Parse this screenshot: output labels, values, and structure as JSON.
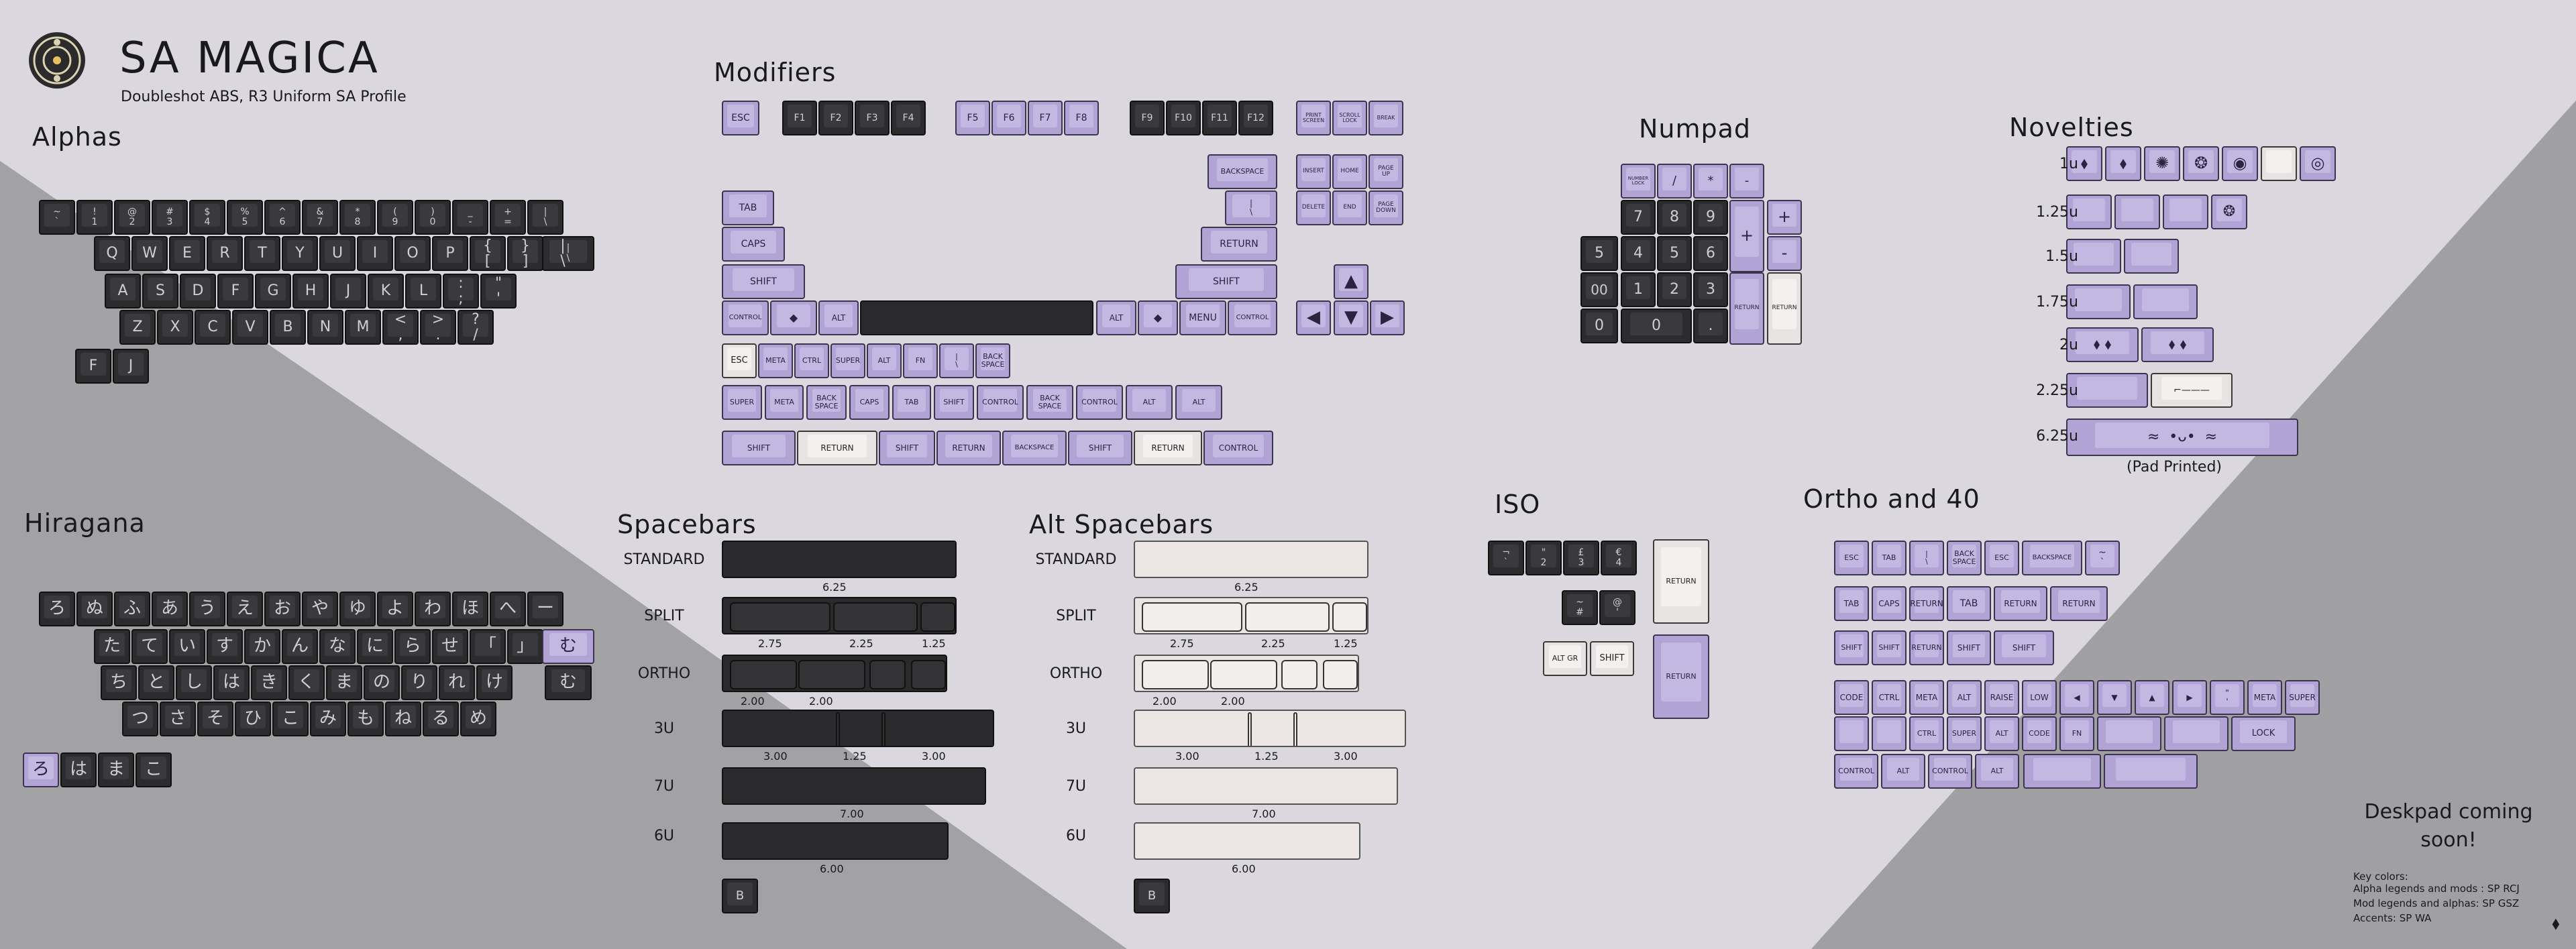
{
  "header": {
    "title": "SA MAGICA",
    "subtitle": "Doubleshot ABS, R3 Uniform SA Profile"
  },
  "sections": {
    "alphas": "Alphas",
    "hiragana": "Hiragana",
    "modifiers": "Modifiers",
    "numpad": "Numpad",
    "novelties": "Novelties",
    "spacebars": "Spacebars",
    "alt_spacebars": "Alt Spacebars",
    "iso": "ISO",
    "ortho40": "Ortho and 40"
  },
  "alphas": {
    "row1": [
      "~\n`",
      "!\n1",
      "@\n2",
      "#\n3",
      "$\n4",
      "%\n5",
      "^\n6",
      "&\n7",
      "*\n8",
      "(\n9",
      ")\n0",
      "_\n-",
      "+\n=",
      "|\n\\"
    ],
    "row2": [
      "Q",
      "W",
      "E",
      "R",
      "T",
      "Y",
      "U",
      "I",
      "O",
      "P",
      "{\n[",
      "}\n]",
      "|\n\\"
    ],
    "row3": [
      "A",
      "S",
      "D",
      "F",
      "G",
      "H",
      "J",
      "K",
      "L",
      ":\n;",
      "\"\n'"
    ],
    "row4": [
      "Z",
      "X",
      "C",
      "V",
      "B",
      "N",
      "M",
      "<\n,",
      ">\n.",
      "?\n/"
    ],
    "row5": [
      "F",
      "J"
    ]
  },
  "hiragana": {
    "row1": [
      "ろ",
      "ぬ",
      "ふ",
      "あ",
      "う",
      "え",
      "お",
      "や",
      "ゆ",
      "よ",
      "わ",
      "ほ",
      "へ",
      "ー"
    ],
    "row2": [
      "た",
      "て",
      "い",
      "す",
      "か",
      "ん",
      "な",
      "に",
      "ら",
      "せ",
      "「",
      "」",
      "む"
    ],
    "row3": [
      "ち",
      "と",
      "し",
      "は",
      "き",
      "く",
      "ま",
      "の",
      "り",
      "れ",
      "け",
      "む"
    ],
    "row4": [
      "つ",
      "さ",
      "そ",
      "ひ",
      "こ",
      "み",
      "も",
      "ね",
      "る",
      "め"
    ],
    "row5": [
      "ろ",
      "は",
      "ま",
      "こ"
    ]
  },
  "modifiers": {
    "esc": "ESC",
    "f1_4": [
      "F1",
      "F2",
      "F3",
      "F4"
    ],
    "f5_8": [
      "F5",
      "F6",
      "F7",
      "F8"
    ],
    "f9_12": [
      "F9",
      "F10",
      "F11",
      "F12"
    ],
    "nav_top": [
      "PRINT\nSCREEN",
      "SCROLL\nLOCK",
      "BREAK"
    ],
    "nav_mid": [
      "INSERT",
      "HOME",
      "PAGE\nUP"
    ],
    "nav_bot": [
      "DELETE",
      "END",
      "PAGE\nDOWN"
    ],
    "backspace": "BACKSPACE",
    "pipe": "|\n\\",
    "tab": "TAB",
    "caps": "CAPS",
    "return": "RETURN",
    "shift": "SHIFT",
    "bottom_left": [
      "CONTROL",
      "◆",
      "ALT"
    ],
    "bottom_right": [
      "ALT",
      "◆",
      "MENU",
      "CONTROL"
    ],
    "row_small": [
      "ESC",
      "META",
      "CTRL",
      "SUPER",
      "ALT",
      "FN",
      "|\n\\",
      "BACK\nSPACE"
    ],
    "row_mods": [
      "SUPER",
      "META",
      "BACK\nSPACE",
      "CAPS",
      "TAB",
      "SHIFT",
      "CONTROL",
      "BACK\nSPACE",
      "CONTROL",
      "ALT",
      "ALT"
    ],
    "row_shift": [
      "SHIFT",
      "RETURN",
      "SHIFT",
      "RETURN",
      "BACKSPACE",
      "SHIFT",
      "RETURN",
      "CONTROL"
    ]
  },
  "numpad": {
    "row1": [
      "NUMBER\nLOCK",
      "/",
      "*",
      "-"
    ],
    "row2": [
      "7",
      "8",
      "9",
      "+",
      "+"
    ],
    "row3": [
      "4",
      "5",
      "6",
      "-"
    ],
    "row4": [
      "1",
      "2",
      "3",
      "RETURN",
      "RETURN"
    ],
    "row5": [
      "0",
      "0",
      "."
    ],
    "extra_left": [
      "5",
      "00",
      "0"
    ]
  },
  "novelties": {
    "sizes": [
      "1u",
      "1.25u",
      "1.5u",
      "1.75u",
      "2u",
      "2.25u",
      "6.25u"
    ],
    "note": "(Pad Printed)"
  },
  "spacebars": {
    "labels": [
      "STANDARD",
      "SPLIT",
      "ORTHO",
      "3U",
      "7U",
      "6U"
    ],
    "standard": "6.25",
    "split": [
      "2.75",
      "2.25",
      "1.25"
    ],
    "ortho": [
      "2.00",
      "2.00"
    ],
    "threeu": [
      "3.00",
      "1.25",
      "3.00"
    ],
    "seven": "7.00",
    "six": "6.00",
    "b": "B"
  },
  "iso": {
    "row1": [
      "¬\n`",
      "\"\n2",
      "£\n3",
      "€\n4"
    ],
    "row2": [
      "~\n#",
      "@\n'"
    ],
    "row3": [
      "ALT GR",
      "SHIFT"
    ],
    "return": "RETURN"
  },
  "ortho": {
    "row1": [
      "ESC",
      "TAB",
      "|\n\\",
      "BACK\nSPACE",
      "ESC",
      "BACKSPACE",
      "~\n`"
    ],
    "row2": [
      "TAB",
      "CAPS",
      "RETURN",
      "TAB",
      "RETURN",
      "RETURN"
    ],
    "row3": [
      "SHIFT",
      "SHIFT",
      "RETURN",
      "SHIFT",
      "SHIFT"
    ],
    "row4": [
      "CODE",
      "CTRL",
      "META",
      "ALT",
      "RAISE",
      "LOW",
      "◀",
      "▼",
      "▲",
      "▶",
      "\"\n'",
      "META",
      "SUPER"
    ],
    "row5": [
      "",
      "",
      "CTRL",
      "SUPER",
      "ALT",
      "CODE",
      "FN",
      "",
      "",
      "LOCK"
    ],
    "row6": [
      "CONTROL",
      "ALT",
      "CONTROL",
      "ALT",
      "",
      ""
    ]
  },
  "footer": {
    "deskpad": "Deskpad coming soon!",
    "colors_title": "Key colors:",
    "color1": "Alpha legends and mods : SP RCJ",
    "color2": "Mod legends and alphas: SP GSZ",
    "color3": "Accents: SP WA"
  },
  "palette": {
    "dark": "#2c2c2f",
    "purple": "#b1a4d4",
    "white": "#e7e3e2",
    "bg_light": "#dcd9e0",
    "bg_grey": "#9c9c9e"
  }
}
